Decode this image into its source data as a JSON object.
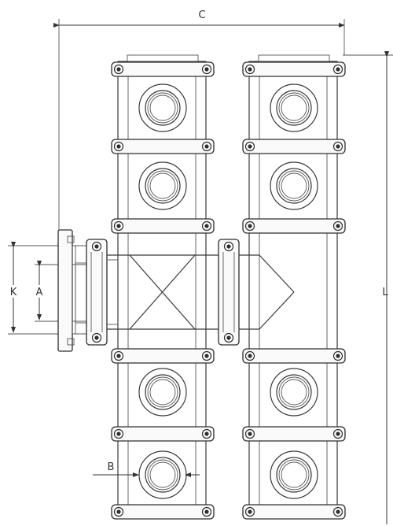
{
  "diagram": {
    "dimension_labels": {
      "c": "C",
      "l": "L",
      "k": "K",
      "a": "A",
      "b": "B"
    },
    "colors": {
      "line": "#3a3a3a",
      "background": "#ffffff"
    }
  }
}
